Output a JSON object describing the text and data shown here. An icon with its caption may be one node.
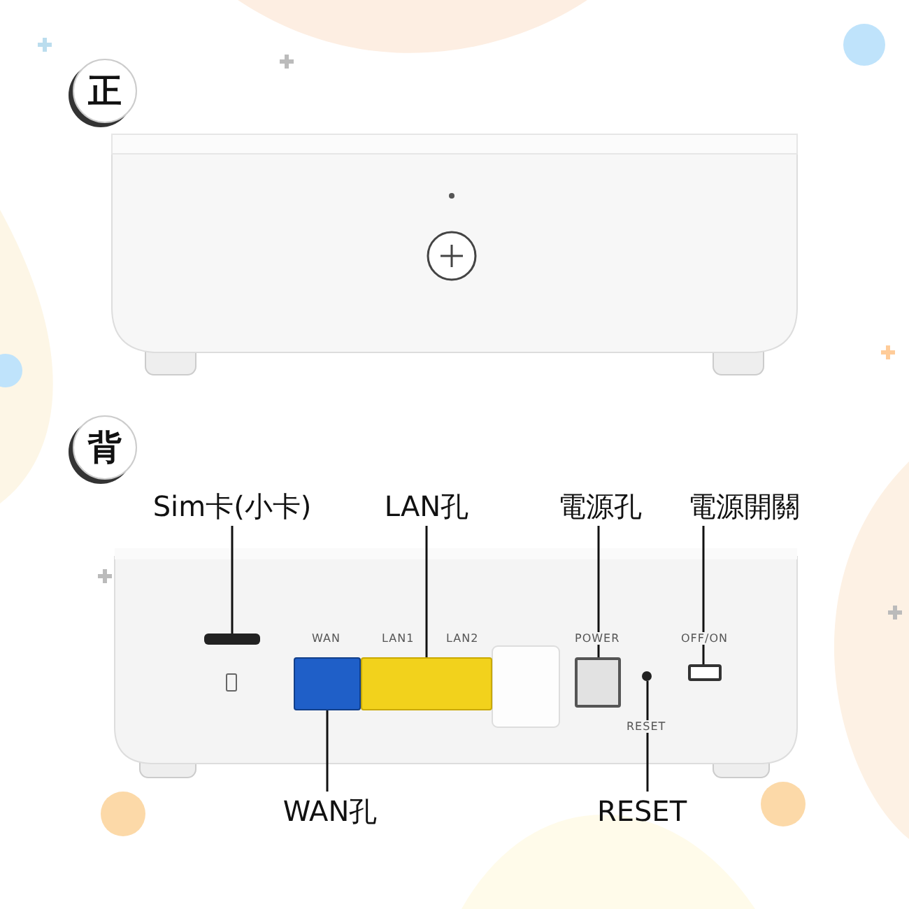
{
  "diagram": {
    "nodes": [
      {
        "text": [
          "正"
        ]
      },
      {
        "text": [
          "背"
        ]
      },
      {
        "text": [
          "Sim卡(小卡)"
        ]
      },
      {
        "text": [],
        "shape": "bar"
      },
      {
        "text": [
          "LAN孔"
        ]
      },
      {
        "text": [],
        "shape": "box"
      },
      {
        "text": [
          "電源孔"
        ]
      },
      {
        "text": [],
        "shape": "box"
      },
      {
        "text": [
          "電源開關"
        ]
      },
      {
        "text": [],
        "shape": "box"
      },
      {
        "text": [
          "WAN孔"
        ]
      },
      {
        "text": [],
        "shape": "box"
      },
      {
        "text": [
          "RESET"
        ]
      },
      {
        "text": [],
        "shape": "circle"
      }
    ],
    "edges": [
      {
        "from": 2,
        "to": 3,
        "arrow": "none"
      },
      {
        "from": 4,
        "to": 5,
        "arrow": "none"
      },
      {
        "from": 6,
        "to": 7,
        "arrow": "none"
      },
      {
        "from": 8,
        "to": 9,
        "arrow": "none"
      },
      {
        "from": 10,
        "to": 11,
        "arrow": "none"
      },
      {
        "from": 12,
        "to": 13,
        "arrow": "none"
      }
    ],
    "labels": [
      "WAN",
      "LAN1",
      "LAN2",
      "POWER",
      "OFF/ON",
      "RESET"
    ]
  }
}
